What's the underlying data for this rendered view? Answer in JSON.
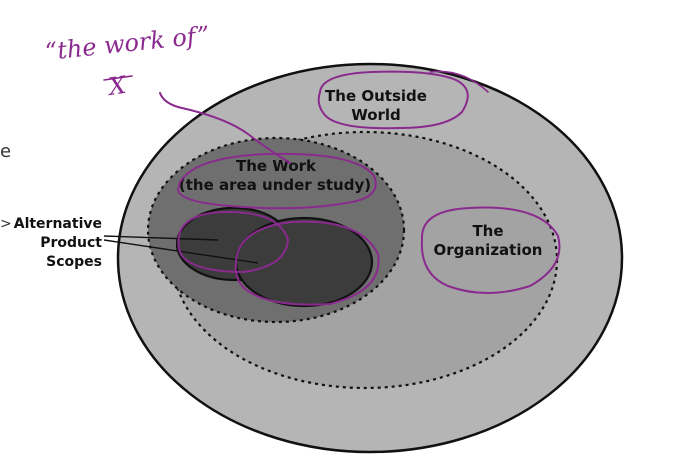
{
  "labels": {
    "outside_world_line1": "The Outside",
    "outside_world_line2": "World",
    "work_line1": "The Work",
    "work_line2": "(the area under study)",
    "organization_line1": "The",
    "organization_line2": "Organization",
    "alt_line1": "Alternative",
    "alt_line2": "Product",
    "alt_line3": "Scopes",
    "left_fragment": "e",
    "arrow_glyph": ">"
  },
  "annotations": {
    "handwritten_line1": "“the work of”",
    "handwritten_line2": "X"
  },
  "colors": {
    "outside_world_fill": "#b5b5b5",
    "organization_fill": "#a3a3a3",
    "work_fill": "#6f6f6f",
    "scope_fill": "#3c3c3c",
    "annotation_ink": "#8a2a8e"
  }
}
